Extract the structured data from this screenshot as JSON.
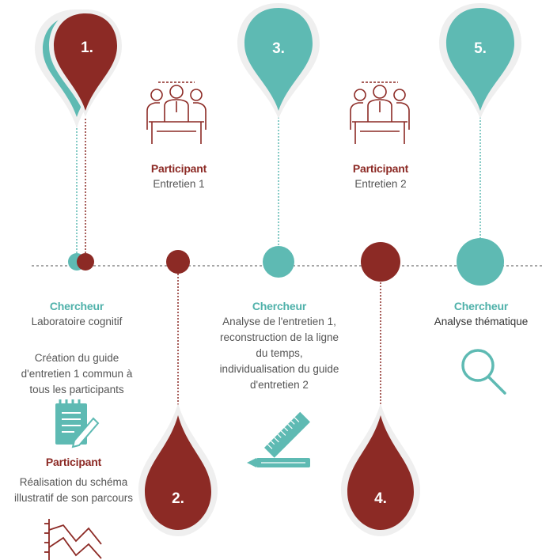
{
  "colors": {
    "teal": "#5ebab3",
    "red": "#8c2a25",
    "line": "#888888"
  },
  "steps": [
    {
      "number": "1."
    },
    {
      "number": "2."
    },
    {
      "number": "3."
    },
    {
      "number": "4."
    },
    {
      "number": "5."
    }
  ],
  "top_blocks": [
    {
      "role": "Participant",
      "desc": "Entretien 1"
    },
    {
      "role": "Participant",
      "desc": "Entretien 2"
    }
  ],
  "bottom_left": {
    "role": "Chercheur",
    "desc": "Laboratoire cognitif",
    "guide_lines": [
      "Création du guide",
      "d'entretien 1 commun à",
      "tous les participants"
    ],
    "participant_role": "Participant",
    "participant_lines": [
      "Réalisation du schéma",
      "illustratif de son parcours"
    ]
  },
  "bottom_mid": {
    "role": "Chercheur",
    "lines": [
      "Analyse de l'entretien 1,",
      "reconstruction de la ligne",
      "du temps,",
      "individualisation du guide",
      "d'entretien 2"
    ]
  },
  "bottom_right": {
    "role": "Chercheur",
    "desc": "Analyse thématique"
  },
  "icons": [
    "meeting-icon",
    "meeting-icon",
    "notepad-icon",
    "ruler-pencil-icon",
    "magnifier-icon",
    "chart-icon"
  ]
}
